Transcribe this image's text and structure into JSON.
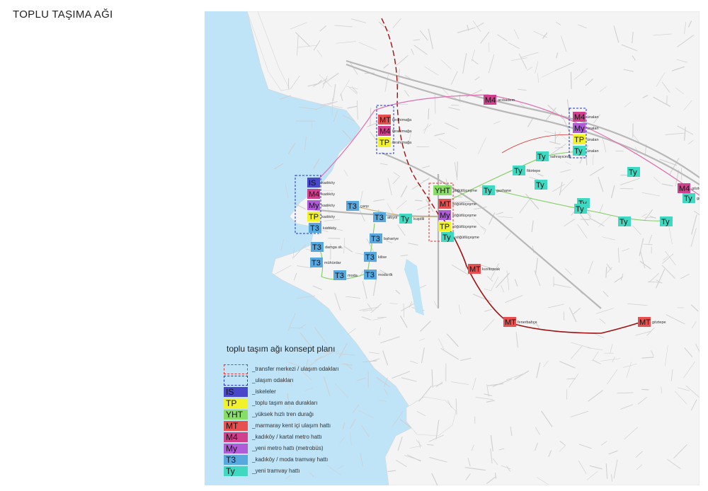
{
  "page": {
    "title": "TOPLU TAŞIMA AĞI"
  },
  "colors": {
    "sea": "#bfe3f7",
    "land": "#f4f4f4",
    "road": "#cfcfcf",
    "IS": "#4848c8",
    "M4": "#d0408c",
    "MT": "#e85050",
    "TP": "#f2f22a",
    "YHT": "#88dd66",
    "My": "#b05cd8",
    "T3": "#58a8e0",
    "Ty": "#40d8c0",
    "transfer": "#dd3333",
    "focus": "#2233cc",
    "marmaray": "#a01010",
    "metro_line": "#e070b0",
    "tram_new": "#80d060"
  },
  "map": {
    "badges": [
      {
        "code": "M4",
        "stop": "acıbadem"
      },
      {
        "code": "MT",
        "stop": "ibrahimağa"
      },
      {
        "code": "M4",
        "stop": "ibrahimağa"
      },
      {
        "code": "TP",
        "stop": "ibrahimağa"
      },
      {
        "code": "M4",
        "stop": "ünalan"
      },
      {
        "code": "My",
        "stop": "ünalan"
      },
      {
        "code": "TP",
        "stop": "ünalan"
      },
      {
        "code": "Ty",
        "stop": "ünalan"
      },
      {
        "code": "Ty",
        "stop": "sahrayıcedit"
      },
      {
        "code": "Ty",
        "stop": "fikirtepe"
      },
      {
        "code": "Ty",
        "stop": ""
      },
      {
        "code": "M4",
        "stop": "göztepe"
      },
      {
        "code": "Ty",
        "stop": "göztepe"
      },
      {
        "code": "Ty",
        "stop": ""
      },
      {
        "code": "Ty",
        "stop": ""
      },
      {
        "code": "Ty",
        "stop": ""
      },
      {
        "code": "Ty",
        "stop": ""
      },
      {
        "code": "Ty",
        "stop": ""
      },
      {
        "code": "Ty",
        "stop": "gazhane"
      },
      {
        "code": "YHT",
        "stop": "söğütlüçeşme"
      },
      {
        "code": "MT",
        "stop": "söğütlüçeşme"
      },
      {
        "code": "My",
        "stop": "söğütlüçeşme"
      },
      {
        "code": "TP",
        "stop": "söğütlüçeşme"
      },
      {
        "code": "Ty",
        "stop": "söğütlüçeşme"
      },
      {
        "code": "IS",
        "stop": "kadıköy"
      },
      {
        "code": "M4",
        "stop": "kadıköy"
      },
      {
        "code": "My",
        "stop": "kadıköy"
      },
      {
        "code": "TP",
        "stop": "kadıköy"
      },
      {
        "code": "T3",
        "stop": "kadıköy"
      },
      {
        "code": "T3",
        "stop": "çarşı"
      },
      {
        "code": "T3",
        "stop": "altıyol"
      },
      {
        "code": "Ty",
        "stop": "kuşdili"
      },
      {
        "code": "T3",
        "stop": "bahariye"
      },
      {
        "code": "T3",
        "stop": "damga sk."
      },
      {
        "code": "T3",
        "stop": "kilise"
      },
      {
        "code": "T3",
        "stop": "mühürdar"
      },
      {
        "code": "T3",
        "stop": "moda"
      },
      {
        "code": "T3",
        "stop": "moda ilk"
      },
      {
        "code": "MT",
        "stop": "kızıltoprak"
      },
      {
        "code": "MT",
        "stop": "fenerbahçe"
      },
      {
        "code": "MT",
        "stop": "göztepe"
      }
    ]
  },
  "legend": {
    "title": "toplu taşım ağı konsept planı",
    "items": [
      {
        "key": "",
        "style": "box-red",
        "label": "_transfer merkezi / ulaşım odakları"
      },
      {
        "key": "",
        "style": "box-blue",
        "label": "_ulaşım odakları"
      },
      {
        "key": "IS",
        "style": "IS",
        "label": "_iskeleler"
      },
      {
        "key": "TP",
        "style": "TP",
        "label": "_toplu taşım ana durakları"
      },
      {
        "key": "YHT",
        "style": "YHT",
        "label": "_yüksek hızlı tren durağı"
      },
      {
        "key": "MT",
        "style": "MT",
        "label": "_marmaray kent içi ulaşım hattı"
      },
      {
        "key": "M4",
        "style": "M4",
        "label": "_kadıköy / kartal metro hattı"
      },
      {
        "key": "My",
        "style": "My",
        "label": "_yeni metro hattı (metrobüs)"
      },
      {
        "key": "T3",
        "style": "T3",
        "label": "_kadıköy / moda tramvay hattı"
      },
      {
        "key": "Ty",
        "style": "Ty",
        "label": "_yeni tramvay hattı"
      }
    ]
  }
}
